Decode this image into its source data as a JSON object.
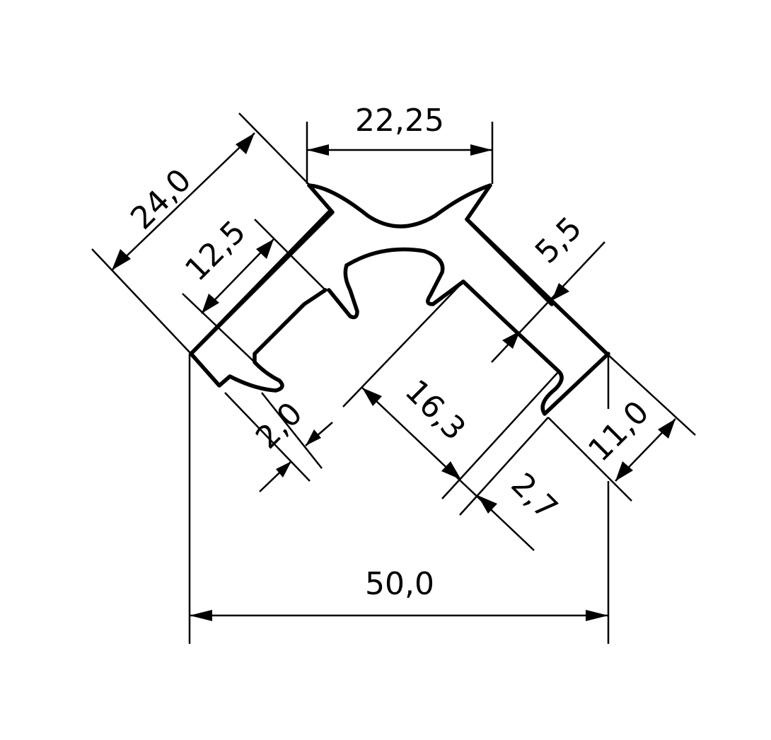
{
  "drawing": {
    "type": "technical-profile-drawing",
    "line_color": "#000000",
    "background": "#ffffff",
    "dimensions": {
      "top_width": "22,25",
      "left_outer_depth": "24,0",
      "left_inner_depth": "12,5",
      "right_wall": "5,5",
      "right_depth": "11,0",
      "left_lip": "2,0",
      "right_channel": "16,3",
      "right_lip": "2,7",
      "overall_width": "50,0"
    }
  }
}
